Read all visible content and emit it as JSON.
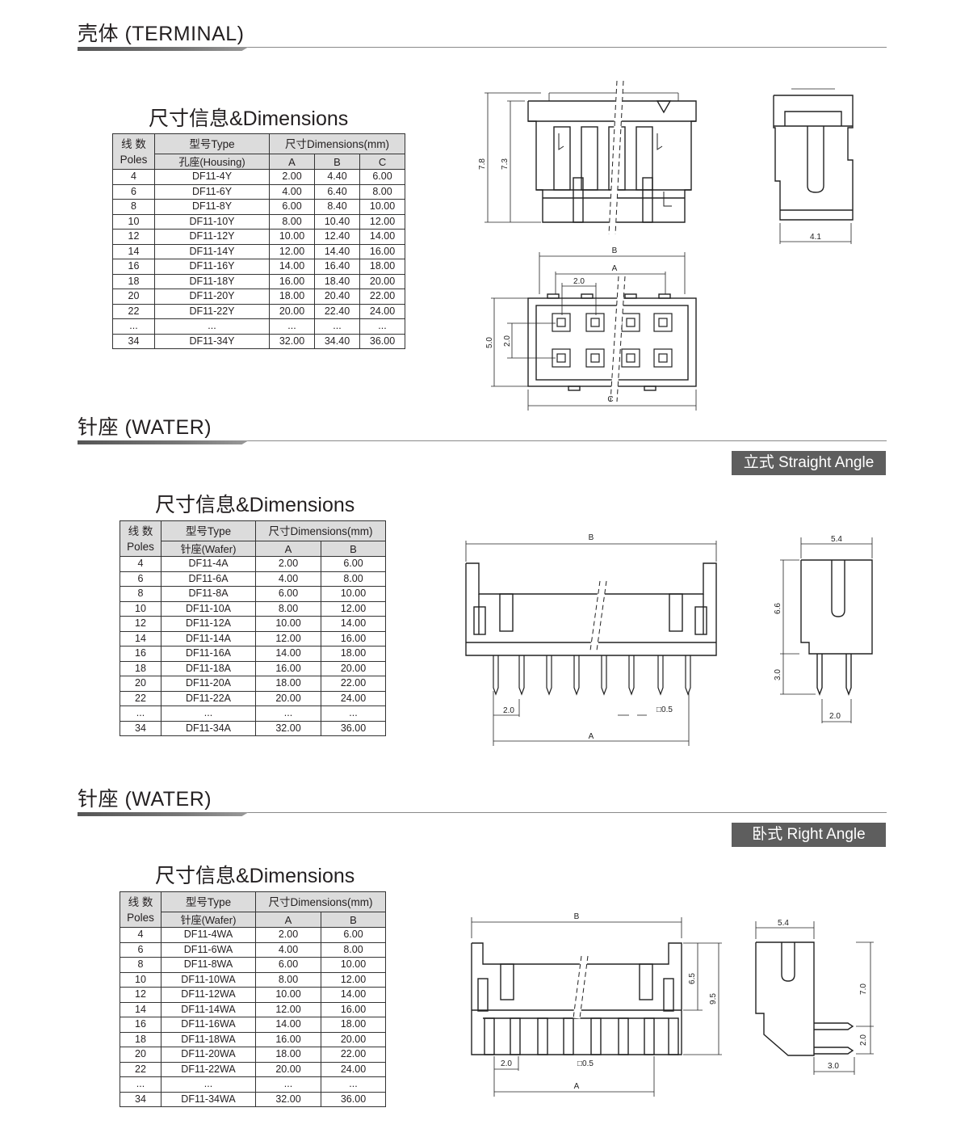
{
  "sections": [
    {
      "title": "壳体 (TERMINAL)",
      "badge": "",
      "dim_title": "尺寸信息&Dimensions",
      "header": {
        "poles_cn": "线 数",
        "poles_en": "Poles",
        "type_label": "型号Type",
        "dims_label": "尺寸Dimensions(mm)",
        "sub_type": "孔座(Housing)",
        "cols": [
          "A",
          "B",
          "C"
        ]
      },
      "rows": [
        [
          "4",
          "DF11-4Y",
          "2.00",
          "4.40",
          "6.00"
        ],
        [
          "6",
          "DF11-6Y",
          "4.00",
          "6.40",
          "8.00"
        ],
        [
          "8",
          "DF11-8Y",
          "6.00",
          "8.40",
          "10.00"
        ],
        [
          "10",
          "DF11-10Y",
          "8.00",
          "10.40",
          "12.00"
        ],
        [
          "12",
          "DF11-12Y",
          "10.00",
          "12.40",
          "14.00"
        ],
        [
          "14",
          "DF11-14Y",
          "12.00",
          "14.40",
          "16.00"
        ],
        [
          "16",
          "DF11-16Y",
          "14.00",
          "16.40",
          "18.00"
        ],
        [
          "18",
          "DF11-18Y",
          "16.00",
          "18.40",
          "20.00"
        ],
        [
          "20",
          "DF11-20Y",
          "18.00",
          "20.40",
          "22.00"
        ],
        [
          "22",
          "DF11-22Y",
          "20.00",
          "22.40",
          "24.00"
        ],
        [
          "...",
          "...",
          "...",
          "...",
          "..."
        ],
        [
          "34",
          "DF11-34Y",
          "32.00",
          "34.40",
          "36.00"
        ]
      ],
      "drawing_labels": {
        "h_total": "7.8",
        "h_body": "7.3",
        "side_width": "4.1",
        "dim_b": "B",
        "dim_a": "A",
        "pitch": "2.0",
        "width": "5.0",
        "row_pitch": "2.0",
        "dim_c": "C"
      }
    },
    {
      "title": "针座 (WATER)",
      "badge": "立式 Straight Angle",
      "dim_title": "尺寸信息&Dimensions",
      "header": {
        "poles_cn": "线 数",
        "poles_en": "Poles",
        "type_label": "型号Type",
        "dims_label": "尺寸Dimensions(mm)",
        "sub_type": "针座(Wafer)",
        "cols": [
          "A",
          "B"
        ]
      },
      "rows": [
        [
          "4",
          "DF11-4A",
          "2.00",
          "6.00"
        ],
        [
          "6",
          "DF11-6A",
          "4.00",
          "8.00"
        ],
        [
          "8",
          "DF11-8A",
          "6.00",
          "10.00"
        ],
        [
          "10",
          "DF11-10A",
          "8.00",
          "12.00"
        ],
        [
          "12",
          "DF11-12A",
          "10.00",
          "14.00"
        ],
        [
          "14",
          "DF11-14A",
          "12.00",
          "16.00"
        ],
        [
          "16",
          "DF11-16A",
          "14.00",
          "18.00"
        ],
        [
          "18",
          "DF11-18A",
          "16.00",
          "20.00"
        ],
        [
          "20",
          "DF11-20A",
          "18.00",
          "22.00"
        ],
        [
          "22",
          "DF11-22A",
          "20.00",
          "24.00"
        ],
        [
          "...",
          "...",
          "...",
          "..."
        ],
        [
          "34",
          "DF11-34A",
          "32.00",
          "36.00"
        ]
      ],
      "drawing_labels": {
        "dim_b": "B",
        "pitch": "2.0",
        "pin": "□0.5",
        "dim_a": "A",
        "side_width": "5.4",
        "height": "6.6",
        "pin_len": "3.0",
        "side_pitch": "2.0"
      }
    },
    {
      "title": "针座 (WATER)",
      "badge": "卧式 Right Angle",
      "dim_title": "尺寸信息&Dimensions",
      "header": {
        "poles_cn": "线 数",
        "poles_en": "Poles",
        "type_label": "型号Type",
        "dims_label": "尺寸Dimensions(mm)",
        "sub_type": "针座(Wafer)",
        "cols": [
          "A",
          "B"
        ]
      },
      "rows": [
        [
          "4",
          "DF11-4WA",
          "2.00",
          "6.00"
        ],
        [
          "6",
          "DF11-6WA",
          "4.00",
          "8.00"
        ],
        [
          "8",
          "DF11-8WA",
          "6.00",
          "10.00"
        ],
        [
          "10",
          "DF11-10WA",
          "8.00",
          "12.00"
        ],
        [
          "12",
          "DF11-12WA",
          "10.00",
          "14.00"
        ],
        [
          "14",
          "DF11-14WA",
          "12.00",
          "16.00"
        ],
        [
          "16",
          "DF11-16WA",
          "14.00",
          "18.00"
        ],
        [
          "18",
          "DF11-18WA",
          "16.00",
          "20.00"
        ],
        [
          "20",
          "DF11-20WA",
          "18.00",
          "22.00"
        ],
        [
          "22",
          "DF11-22WA",
          "20.00",
          "24.00"
        ],
        [
          "...",
          "...",
          "...",
          "..."
        ],
        [
          "34",
          "DF11-34WA",
          "32.00",
          "36.00"
        ]
      ],
      "drawing_labels": {
        "dim_b": "B",
        "h_body": "6.5",
        "h_total": "9.5",
        "pitch": "2.0",
        "pin": "□0.5",
        "dim_a": "A",
        "side_width": "5.4",
        "height": "7.0",
        "row_pitch": "2.0",
        "pin_len": "3.0"
      }
    }
  ]
}
